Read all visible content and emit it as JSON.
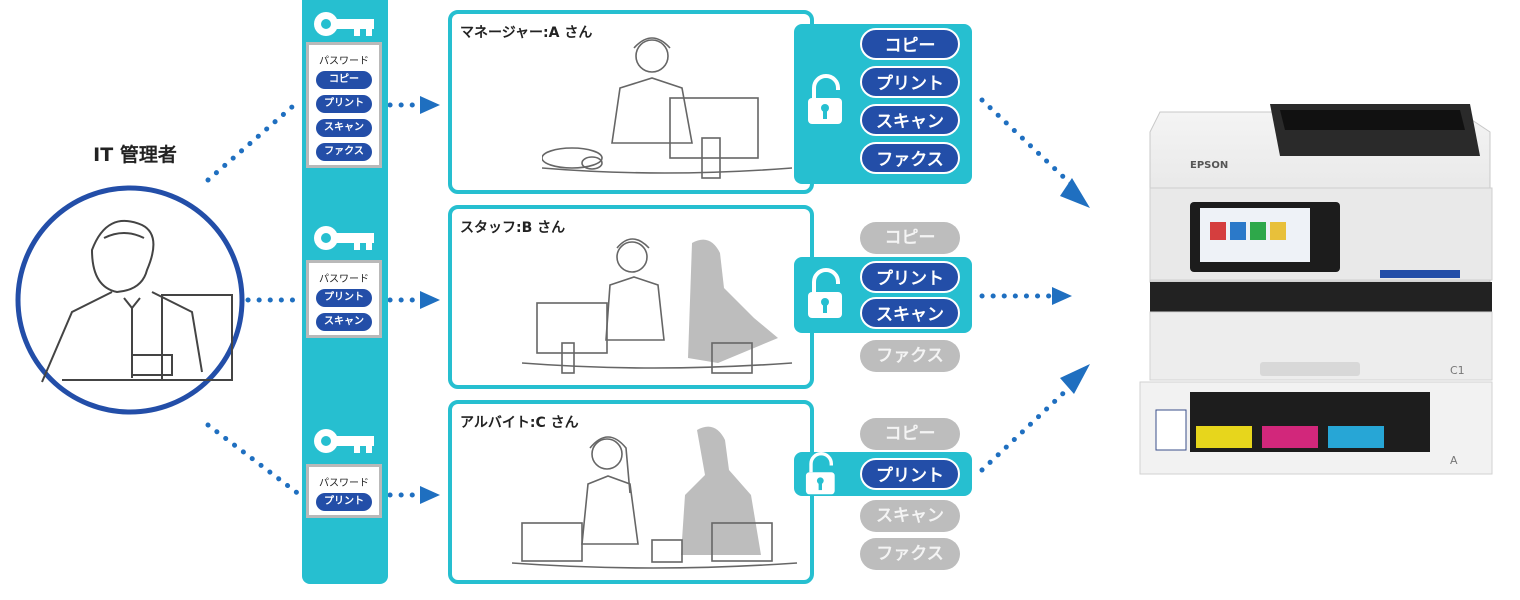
{
  "admin": {
    "label": "IT 管理者",
    "icon": "admin-person-at-desk"
  },
  "password_cards": [
    {
      "title": "パスワード",
      "permissions": [
        "コピー",
        "プリント",
        "スキャン",
        "ファクス"
      ]
    },
    {
      "title": "パスワード",
      "permissions": [
        "プリント",
        "スキャン"
      ]
    },
    {
      "title": "パスワード",
      "permissions": [
        "プリント"
      ]
    }
  ],
  "users": [
    {
      "name": "マネージャー:A さん",
      "buttons": [
        {
          "label": "コピー",
          "enabled": true
        },
        {
          "label": "プリント",
          "enabled": true
        },
        {
          "label": "スキャン",
          "enabled": true
        },
        {
          "label": "ファクス",
          "enabled": true
        }
      ]
    },
    {
      "name": "スタッフ:B さん",
      "buttons": [
        {
          "label": "コピー",
          "enabled": false
        },
        {
          "label": "プリント",
          "enabled": true
        },
        {
          "label": "スキャン",
          "enabled": true
        },
        {
          "label": "ファクス",
          "enabled": false
        }
      ]
    },
    {
      "name": "アルバイト:C さん",
      "buttons": [
        {
          "label": "コピー",
          "enabled": false
        },
        {
          "label": "プリント",
          "enabled": true
        },
        {
          "label": "スキャン",
          "enabled": false
        },
        {
          "label": "ファクス",
          "enabled": false
        }
      ]
    }
  ],
  "printer": {
    "brand": "EPSON",
    "tray_upper": "C1",
    "tray_lower": "A",
    "icon": "multifunction-printer"
  },
  "colors": {
    "accent": "#26bfd0",
    "enabled": "#234ea8",
    "disabled": "#bdbdbd",
    "arrow": "#1f6fc0"
  }
}
